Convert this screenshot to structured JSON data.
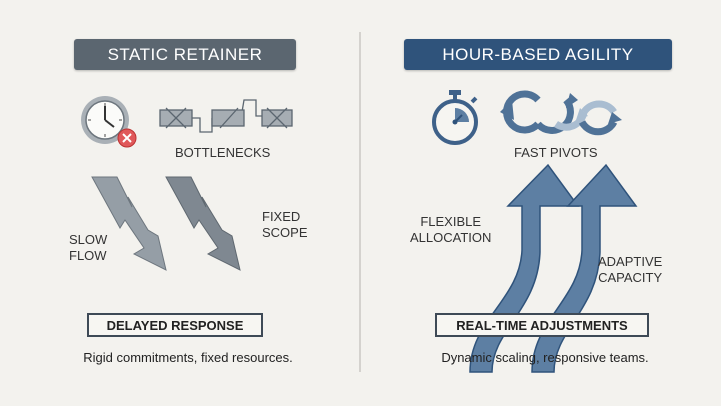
{
  "left": {
    "header": "STATIC RETAINER",
    "bottlenecks_label": "BOTTLENECKS",
    "slow_flow_label": [
      "SLOW",
      "FLOW"
    ],
    "fixed_scope_label": [
      "FIXED",
      "SCOPE"
    ],
    "result_box": "DELAYED RESPONSE",
    "caption": "Rigid commitments, fixed resources."
  },
  "right": {
    "header": "HOUR-BASED AGILITY",
    "fast_pivots_label": "FAST PIVOTS",
    "flexible_allocation_label": [
      "FLEXIBLE",
      "ALLOCATION"
    ],
    "adaptive_capacity_label": [
      "ADAPTIVE",
      "CAPACITY"
    ],
    "result_box": "REAL-TIME ADJUSTMENTS",
    "caption": "Dynamic scaling, responsive teams."
  },
  "colors": {
    "left_header": "#5b6670",
    "right_header": "#2f537b",
    "gray_arrow": "#8e979f",
    "blue_arrow": "#5d7fa3",
    "error_red": "#e0585a"
  }
}
